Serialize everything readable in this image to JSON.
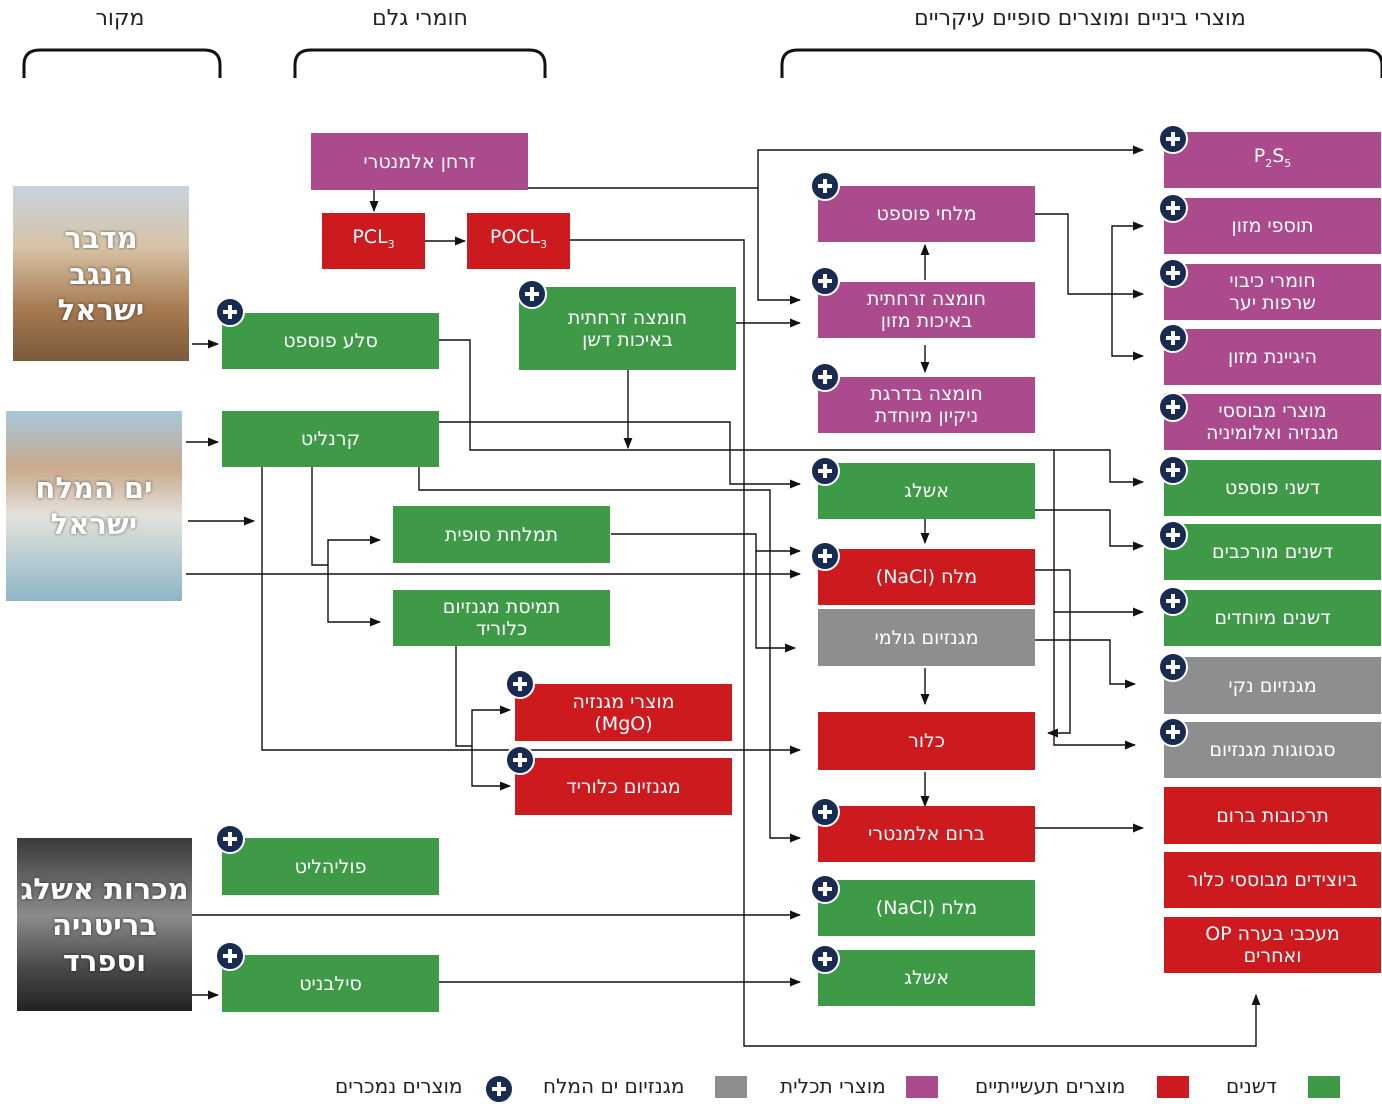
{
  "headers": {
    "source": "מקור",
    "raw": "חומרי גלם",
    "products": "מוצרי ביניים ומוצרים סופיים עיקריים"
  },
  "sources": {
    "negev": "מדבר הנגב ישראל",
    "deadsea": "ים המלח ישראל",
    "mines": "מכרות אשלג בריטניה וספרד"
  },
  "raw": {
    "p4": "זרחן אלמנטרי",
    "pcl3": "PCL3",
    "pocl3": "POCL3",
    "fert_acid_1": "חומצה זרחתית",
    "fert_acid_2": "באיכות דשן",
    "phosphate_rock": "סלע פוספט",
    "carnallite": "קרנליט",
    "end_brine": "תמלחת סופית",
    "mgcl_sol_1": "תמיסת מגנזיום",
    "mgcl_sol_2": "כלוריד",
    "mgo_1": "מוצרי מגנזיה",
    "mgo_2": "(MgO)",
    "mgcl": "מגנזיום כלוריד",
    "polyhalite": "פוליהליט",
    "sylvinite": "סילבניט"
  },
  "mid": {
    "phosphate_salts": "מלחי פוספט",
    "food_acid_1": "חומצה זרחתית",
    "food_acid_2": "באיכות מזון",
    "pure_acid_1": "חומצה בדרגת",
    "pure_acid_2": "ניקיון מיוחדת",
    "potash": "אשלג",
    "salt": "מלח (NaCl)",
    "raw_mg": "מגנזיום גולמי",
    "chlorine": "כלור",
    "bromine": "ברום אלמנטרי",
    "salt2": "מלח (NaCl)",
    "potash2": "אשלג"
  },
  "final": {
    "p2s5": "P2S5",
    "food_add": "תוספי מזון",
    "fire_1": "חומרי כיבוי",
    "fire_2": "שרפות יער",
    "food_hyg": "היגיינת מזון",
    "mgal_1": "מוצרי מבוססי",
    "mgal_2": "מגנזיה ואלומיניה",
    "phos_fert": "דשני פוספט",
    "compound_fert": "דשנים מורכבים",
    "special_fert": "דשנים מיוחדים",
    "pure_mg": "מגנזיום נקי",
    "mg_alloys": "סגסוגות מגנזיום",
    "br_compounds": "תרכובות ברום",
    "cl_biocides": "ביוצידים מבוססי כלור",
    "flame_1": "מעכבי בערה OP",
    "flame_2": "ואחרים"
  },
  "legend": {
    "fertilizers": "דשנים",
    "industrial": "מוצרים תעשייתיים",
    "performance": "מוצרי תכלית",
    "magnesium": "מגנזיום ים המלח",
    "marketed": "מוצרים נמכרים"
  },
  "colors": {
    "fertilizers": "#3f9a48",
    "industrial": "#cc1a1f",
    "performance": "#ab4a8c",
    "magnesium": "#8c8e8f",
    "plus_badge": "#1a2b52"
  }
}
